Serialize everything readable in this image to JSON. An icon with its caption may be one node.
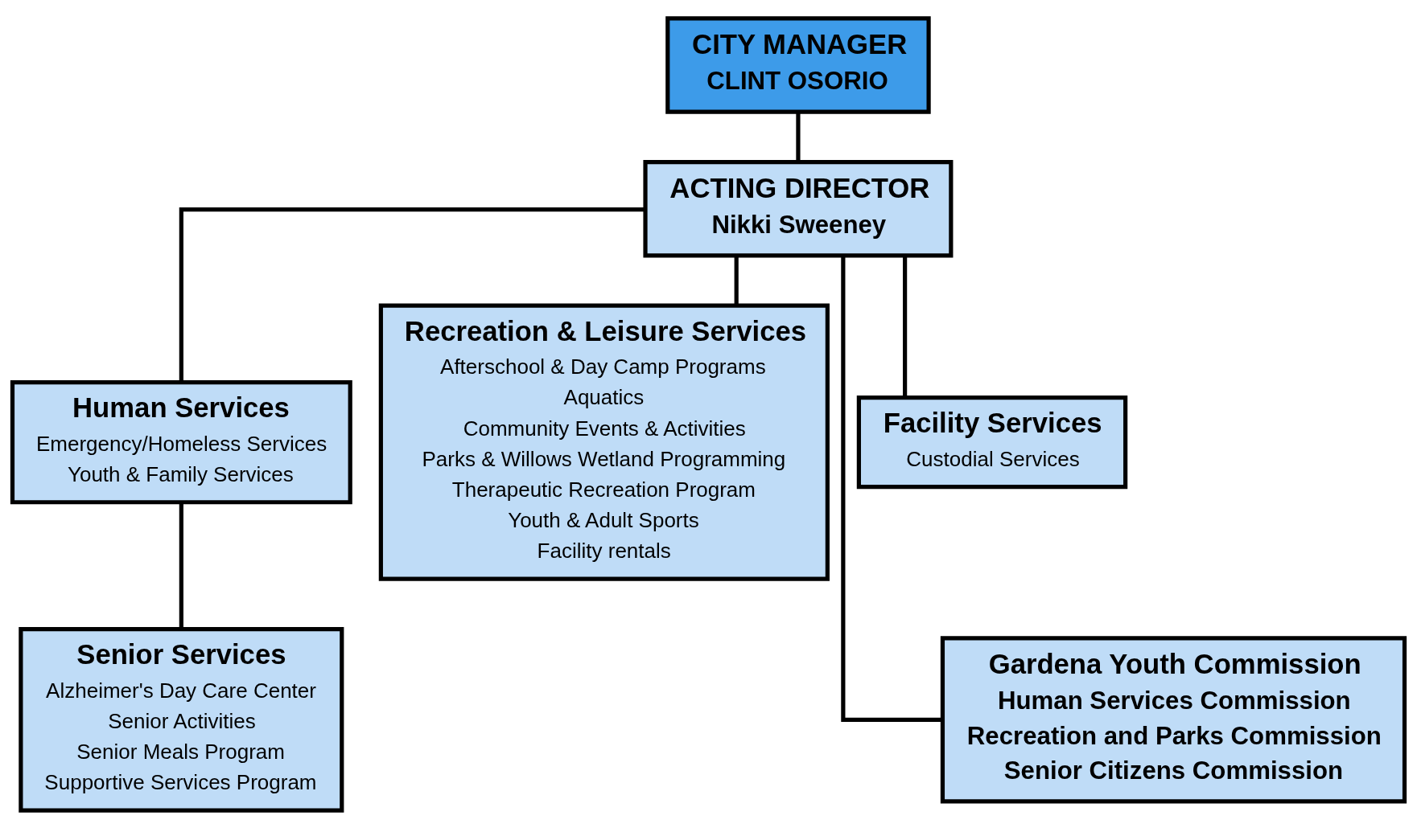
{
  "diagram": {
    "nodes": [
      {
        "text": [
          "CITY MANAGER",
          "CLINT OSORIO"
        ]
      },
      {
        "text": [
          "ACTING DIRECTOR",
          "Nikki Sweeney"
        ]
      },
      {
        "text": [
          "Human Services",
          "Emergency/Homeless Services",
          "Youth & Family Services"
        ]
      },
      {
        "text": [
          "Senior Services",
          "Alzheimer's Day Care Center",
          "Senior Activities",
          "Senior Meals Program",
          "Supportive Services Program"
        ]
      },
      {
        "text": [
          "Recreation & Leisure Services",
          "Afterschool & Day Camp Programs",
          "Aquatics",
          "Community Events & Activities",
          "Parks & Willows Wetland Programming",
          "Therapeutic Recreation Program",
          "Youth & Adult Sports",
          "Facility rentals"
        ]
      },
      {
        "text": [
          "Facility Services",
          "Custodial Services"
        ]
      },
      {
        "text": [
          "Gardena Youth Commission",
          "Human Services Commission",
          "Recreation and Parks Commission",
          "Senior Citizens Commission"
        ]
      }
    ],
    "edges": [
      {
        "from": 0,
        "to": 1,
        "arrow": "none"
      },
      {
        "from": 1,
        "to": 2,
        "arrow": "none"
      },
      {
        "from": 1,
        "to": 4,
        "arrow": "none"
      },
      {
        "from": 1,
        "to": 6,
        "arrow": "none"
      },
      {
        "from": 1,
        "to": 5,
        "arrow": "none"
      },
      {
        "from": 2,
        "to": 3,
        "arrow": "none"
      }
    ]
  }
}
